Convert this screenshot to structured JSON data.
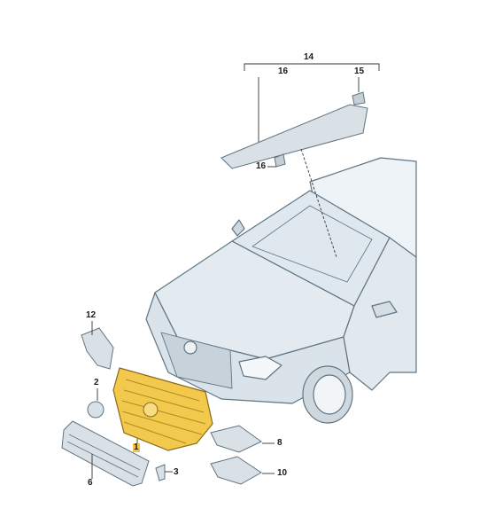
{
  "diagram": {
    "colors": {
      "car_fill": "#e8eef3",
      "car_line": "#5f7482",
      "highlight_fill": "#f2c94c",
      "highlight_line": "#8a6a1a",
      "part_fill": "#d9e0e6",
      "leader": "#333333"
    },
    "callouts": [
      {
        "id": "14",
        "label": "14"
      },
      {
        "id": "16a",
        "label": "16"
      },
      {
        "id": "15",
        "label": "15"
      },
      {
        "id": "16b",
        "label": "16"
      },
      {
        "id": "12",
        "label": "12"
      },
      {
        "id": "2",
        "label": "2"
      },
      {
        "id": "1",
        "label": "1",
        "highlighted": true
      },
      {
        "id": "8",
        "label": "8"
      },
      {
        "id": "3",
        "label": "3"
      },
      {
        "id": "10",
        "label": "10"
      },
      {
        "id": "6",
        "label": "6"
      }
    ]
  }
}
